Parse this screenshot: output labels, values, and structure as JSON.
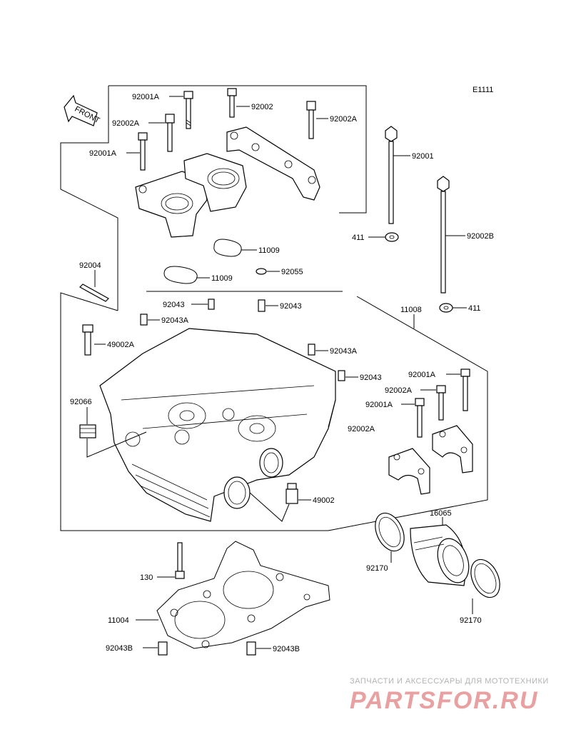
{
  "diagram_code": "E1111",
  "front_label": "FRONT",
  "parts": {
    "p92001A_a": "92001A",
    "p92002": "92002",
    "p92002A_a": "92002A",
    "p92002A_b": "92002A",
    "p92001A_b": "92001A",
    "p92001": "92001",
    "p92002B": "92002B",
    "p411_a": "411",
    "p411_b": "411",
    "p11009_a": "11009",
    "p11009_b": "11009",
    "p92055": "92055",
    "p92004": "92004",
    "p92043_a": "92043",
    "p92043_b": "92043",
    "p92043A_a": "92043A",
    "p92043A_b": "92043A",
    "p92043_c": "92043",
    "p11008": "11008",
    "p49002A": "49002A",
    "p92066": "92066",
    "p92001A_c": "92001A",
    "p92002A_c": "92002A",
    "p92001A_d": "92001A",
    "p92002A_d": "92002A",
    "p49002": "49002",
    "p16065": "16065",
    "p92170_a": "92170",
    "p92170_b": "92170",
    "p130": "130",
    "p11004": "11004",
    "p92043B_a": "92043B",
    "p92043B_b": "92043B"
  },
  "watermark": {
    "tagline": "ЗАПЧАСТИ И АКСЕССУАРЫ ДЛЯ МОТОТЕХНИКИ",
    "logo": "PARTSFOR.RU"
  }
}
